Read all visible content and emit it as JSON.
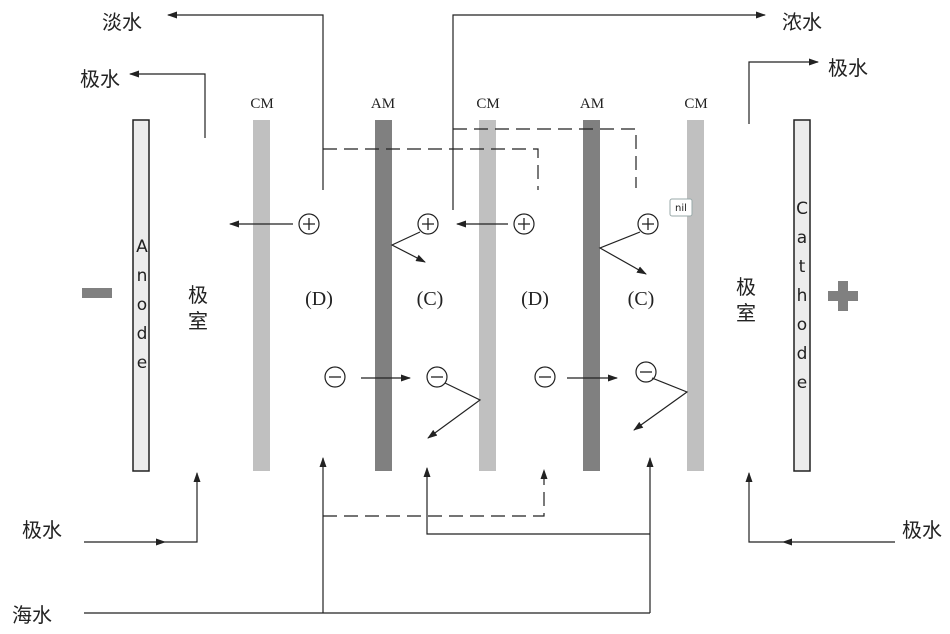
{
  "labels": {
    "fresh_water": "淡水",
    "concentrate": "浓水",
    "electrode_water_out_left": "极水",
    "electrode_water_out_right": "极水",
    "electrode_water_in_left": "极水",
    "electrode_water_in_right": "极水",
    "seawater": "海水",
    "electrode_chamber_left": "极室",
    "electrode_chamber_right": "极室",
    "anode": "Anode",
    "cathode": "Cathode",
    "tag": "nil"
  },
  "membranes": [
    "CM",
    "AM",
    "CM",
    "AM",
    "CM"
  ],
  "compartments": [
    "(D)",
    "(C)",
    "(D)",
    "(C)"
  ],
  "ions": {
    "cation": "+",
    "anion": "−"
  },
  "electrodes": {
    "left_sign": "minus",
    "right_sign": "plus"
  },
  "colors": {
    "cm": "#c0c0c0",
    "am": "#808080",
    "electrode": "#ececec",
    "line": "#222222",
    "sign": "#808080"
  }
}
